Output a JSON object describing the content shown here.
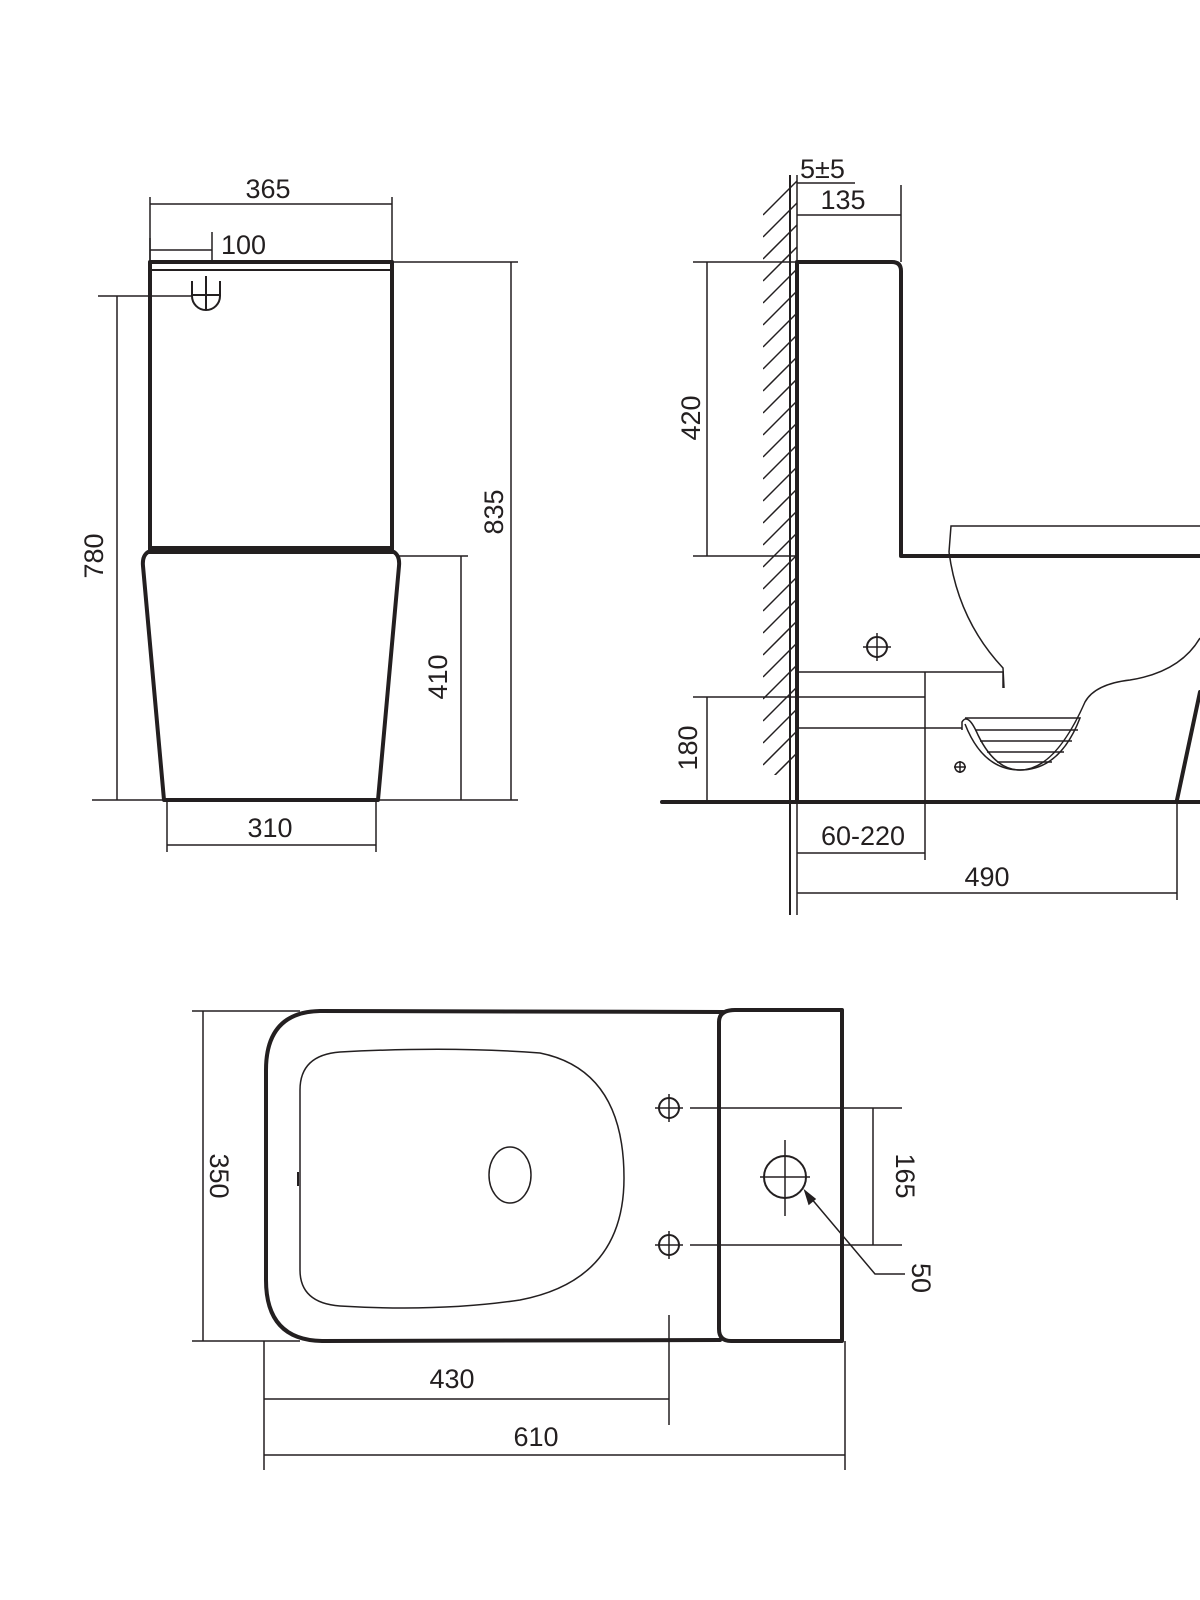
{
  "colors": {
    "line": "#231f20",
    "background": "#ffffff"
  },
  "front_view": {
    "width_top": "365",
    "button_offset": "100",
    "total_height": "835",
    "inlet_height": "780",
    "bowl_height": "410",
    "base_width": "310"
  },
  "side_view": {
    "wall_gap": "5±5",
    "tank_depth": "135",
    "tank_height": "420",
    "outlet_height": "180",
    "outlet_offset": "60-220",
    "total_depth": "490"
  },
  "top_view": {
    "width": "350",
    "bolt_spacing": "165",
    "hole_diameter": "50",
    "bolt_distance": "430",
    "total_length": "610"
  }
}
